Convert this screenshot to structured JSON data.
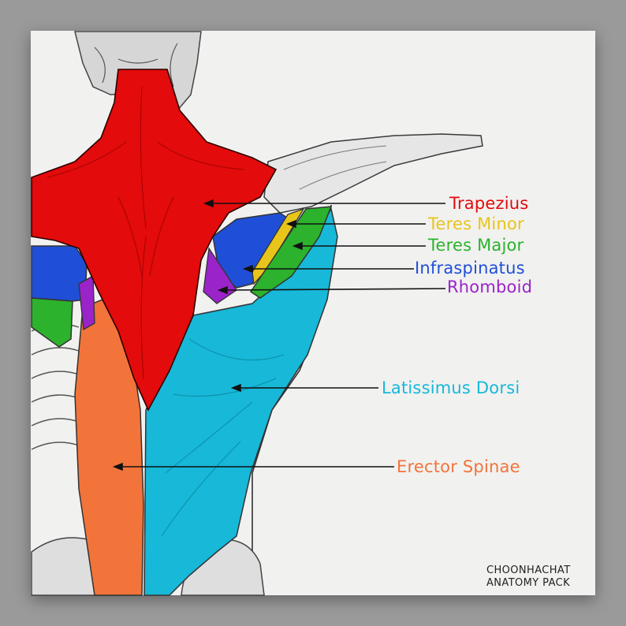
{
  "labels": {
    "trapezius": "Trapezius",
    "teres_minor": "Teres Minor",
    "teres_major": "Teres Major",
    "infraspinatus": "Infraspinatus",
    "rhomboid": "Rhomboid",
    "latissimus_dorsi": "Latissimus Dorsi",
    "erector_spinae": "Erector Spinae"
  },
  "credit": {
    "line1": "CHOONHACHAT",
    "line2": "ANATOMY PACK"
  },
  "colors": {
    "trapezius": "#e30b0b",
    "teres_minor": "#e8c51a",
    "teres_major": "#2cb22c",
    "infraspinatus": "#1f4fd6",
    "rhomboid": "#9a23c9",
    "latissimus_dorsi": "#17b8d8",
    "erector_spinae": "#f2743a"
  }
}
